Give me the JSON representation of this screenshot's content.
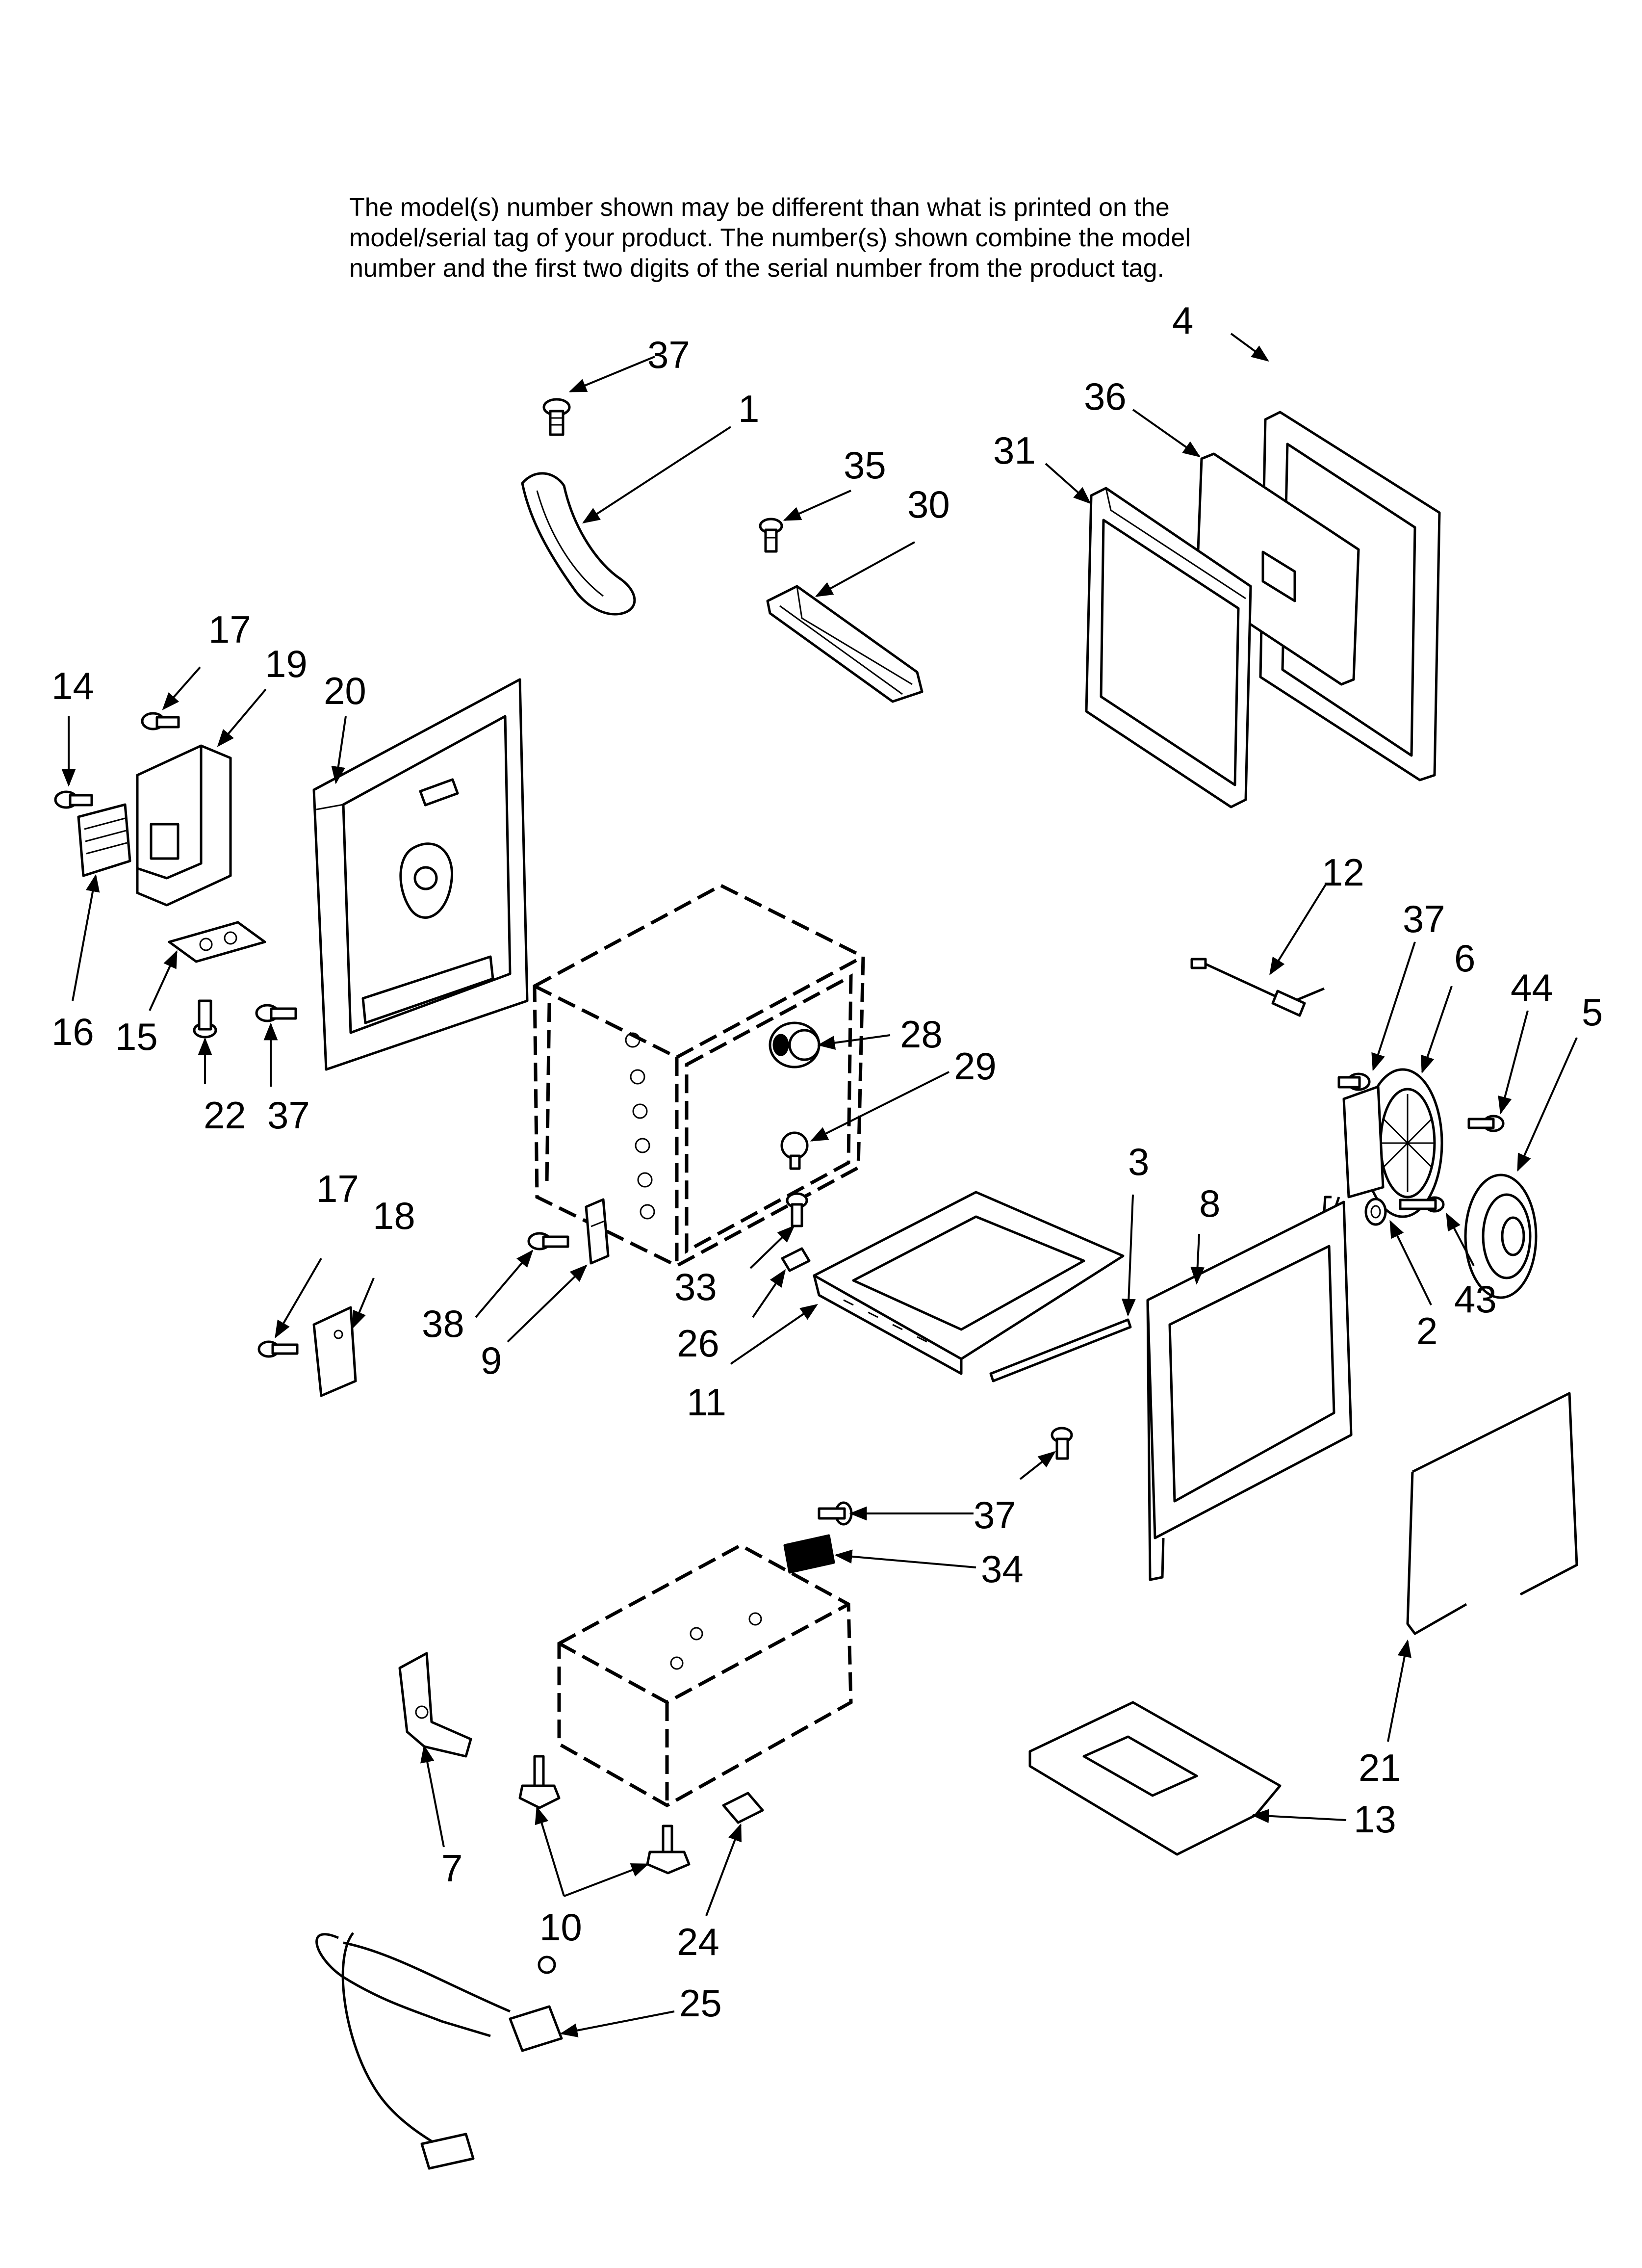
{
  "notice": {
    "lines": [
      "The model(s) number shown may be different than what is printed on the",
      "model/serial tag of your product. The number(s) shown combine the model",
      "number and the first two digits of the serial number from the product tag."
    ]
  },
  "callouts": {
    "c37a": "37",
    "c1": "1",
    "c35": "35",
    "c30": "30",
    "c4": "4",
    "c36": "36",
    "c31": "31",
    "c17a": "17",
    "c19": "19",
    "c14": "14",
    "c20": "20",
    "c16": "16",
    "c15": "15",
    "c22": "22",
    "c37b": "37",
    "c28": "28",
    "c29": "29",
    "c12": "12",
    "c37c": "37",
    "c6": "6",
    "c44": "44",
    "c5": "5",
    "c3": "3",
    "c8": "8",
    "c17b": "17",
    "c18": "18",
    "c38": "38",
    "c9": "9",
    "c33": "33",
    "c26": "26",
    "c11": "11",
    "c2": "2",
    "c43": "43",
    "c37d": "37",
    "c37e": "37",
    "c34": "34",
    "c21": "21",
    "c13": "13",
    "c7": "7",
    "c10": "10",
    "c24": "24",
    "c25": "25"
  }
}
